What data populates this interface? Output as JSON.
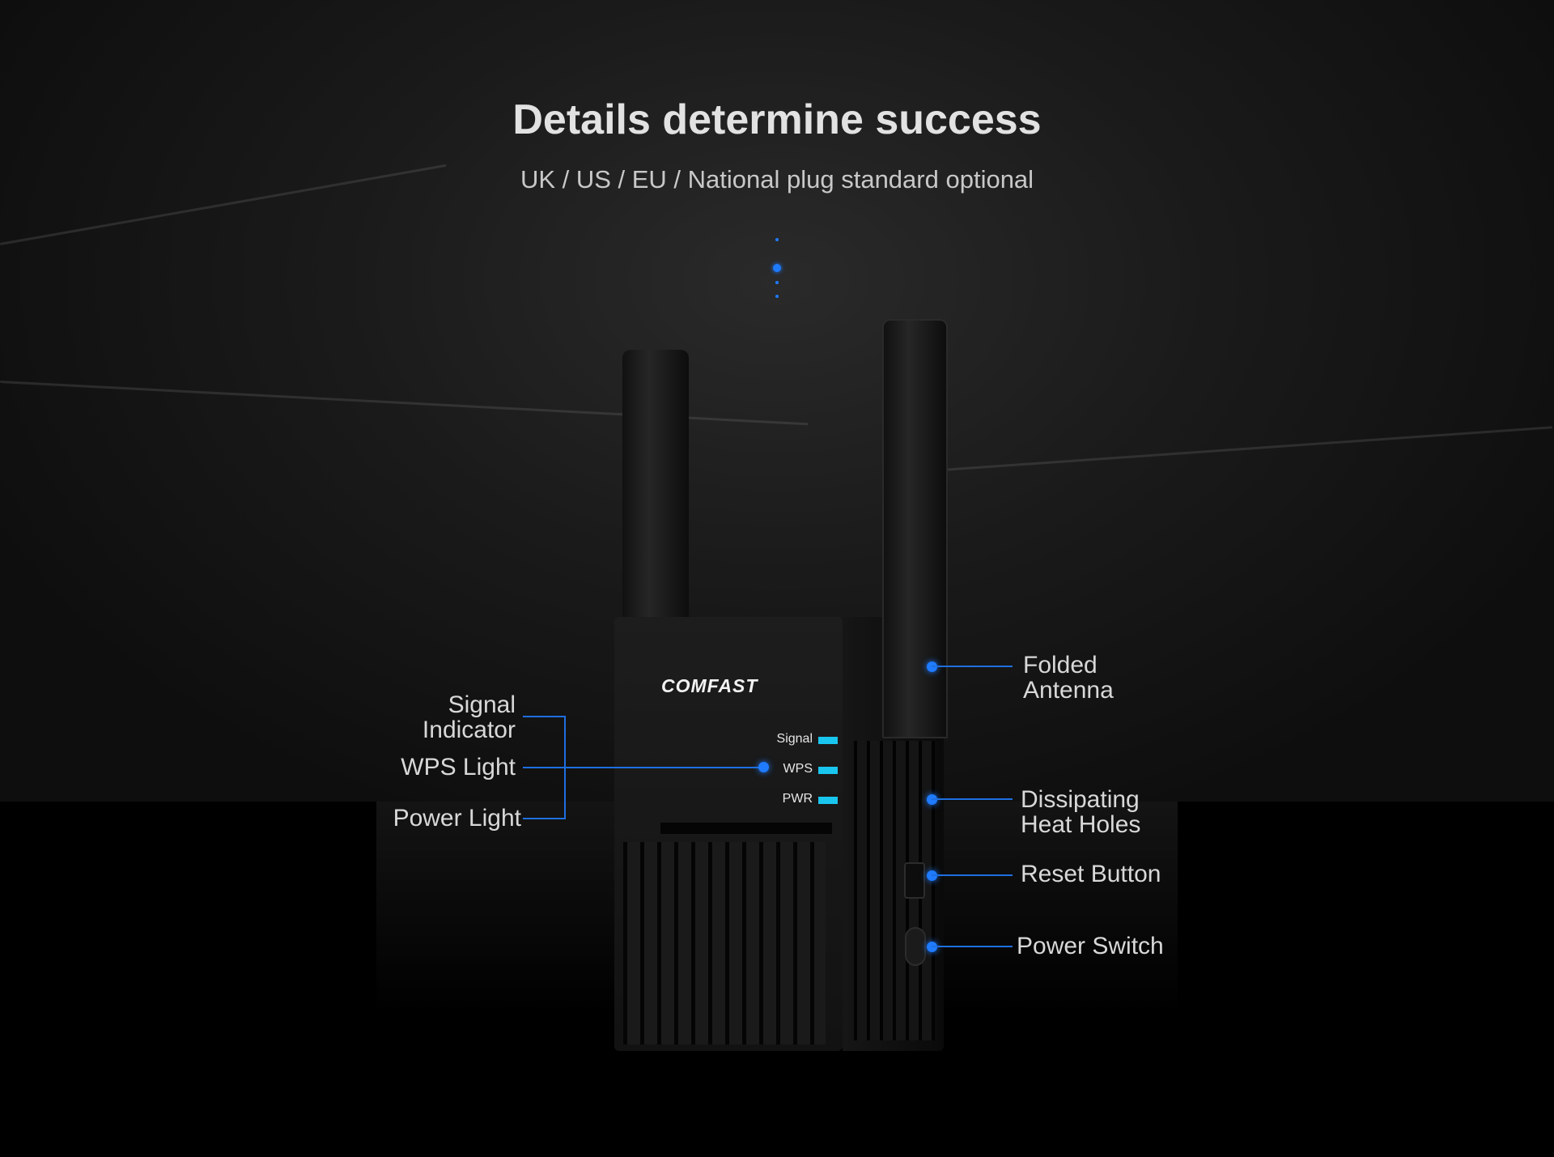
{
  "header": {
    "title": "Details determine success",
    "subtitle": "UK / US / EU / National plug standard optional"
  },
  "device": {
    "brand": "COMFAST",
    "leds": [
      {
        "label": "Signal",
        "color": "#19c6ef"
      },
      {
        "label": "WPS",
        "color": "#19c6ef"
      },
      {
        "label": "PWR",
        "color": "#19c6ef"
      }
    ]
  },
  "callouts": {
    "left": {
      "signal_line1": "Signal",
      "signal_line2": "Indicator",
      "wps": "WPS Light",
      "power": "Power Light"
    },
    "right": {
      "antenna_line1": "Folded",
      "antenna_line2": "Antenna",
      "heat_line1": "Dissipating",
      "heat_line2": "Heat Holes",
      "reset": "Reset Button",
      "switch": "Power Switch"
    }
  },
  "accent": "#1f7bff"
}
